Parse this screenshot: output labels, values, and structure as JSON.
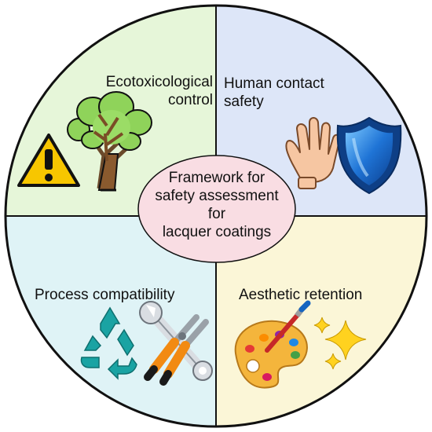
{
  "center": {
    "lines": [
      "Framework for",
      "safety assessment",
      "for",
      "lacquer coatings"
    ]
  },
  "quadrants": {
    "top_left": {
      "lines": [
        "Ecotoxicological",
        "control"
      ],
      "icons": [
        "warning-icon",
        "tree-icon"
      ]
    },
    "top_right": {
      "lines": [
        "Human contact",
        "safety"
      ],
      "icons": [
        "hand-icon",
        "shield-icon"
      ]
    },
    "bottom_left": {
      "lines": [
        "Process compatibility"
      ],
      "icons": [
        "recycle-icon",
        "tools-icon"
      ]
    },
    "bottom_right": {
      "lines": [
        "Aesthetic retention"
      ],
      "icons": [
        "paint-palette-icon",
        "sparkles-icon"
      ]
    }
  },
  "colors": {
    "top_left_fill": "#e6f6d9",
    "top_right_fill": "#dde6f8",
    "bottom_left_fill": "#dff3f6",
    "bottom_right_fill": "#fbf6d7",
    "center_fill": "#f9dde3",
    "outline": "#111111"
  }
}
